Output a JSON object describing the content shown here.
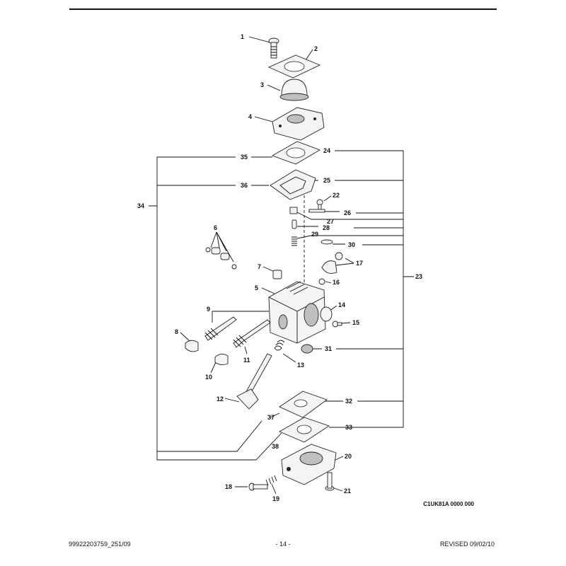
{
  "diagram": {
    "reference_code": "C1UK81A 0000 000",
    "callouts": {
      "c1": "1",
      "c2": "2",
      "c3": "3",
      "c4": "4",
      "c5": "5",
      "c6": "6",
      "c7": "7",
      "c8": "8",
      "c9": "9",
      "c10": "10",
      "c11": "11",
      "c12": "12",
      "c13": "13",
      "c14": "14",
      "c15": "15",
      "c16": "16",
      "c17": "17",
      "c18": "18",
      "c19": "19",
      "c20": "20",
      "c21": "21",
      "c22": "22",
      "c23": "23",
      "c24": "24",
      "c25": "25",
      "c26": "26",
      "c27": "27",
      "c28": "28",
      "c29": "29",
      "c30": "30",
      "c31": "31",
      "c32": "32",
      "c33": "33",
      "c34": "34",
      "c35": "35",
      "c36": "36",
      "c37": "37",
      "c38": "38"
    }
  },
  "footer": {
    "left": "99922203759_251/09",
    "center": "- 14 -",
    "right": "REVISED 09/02/10"
  }
}
